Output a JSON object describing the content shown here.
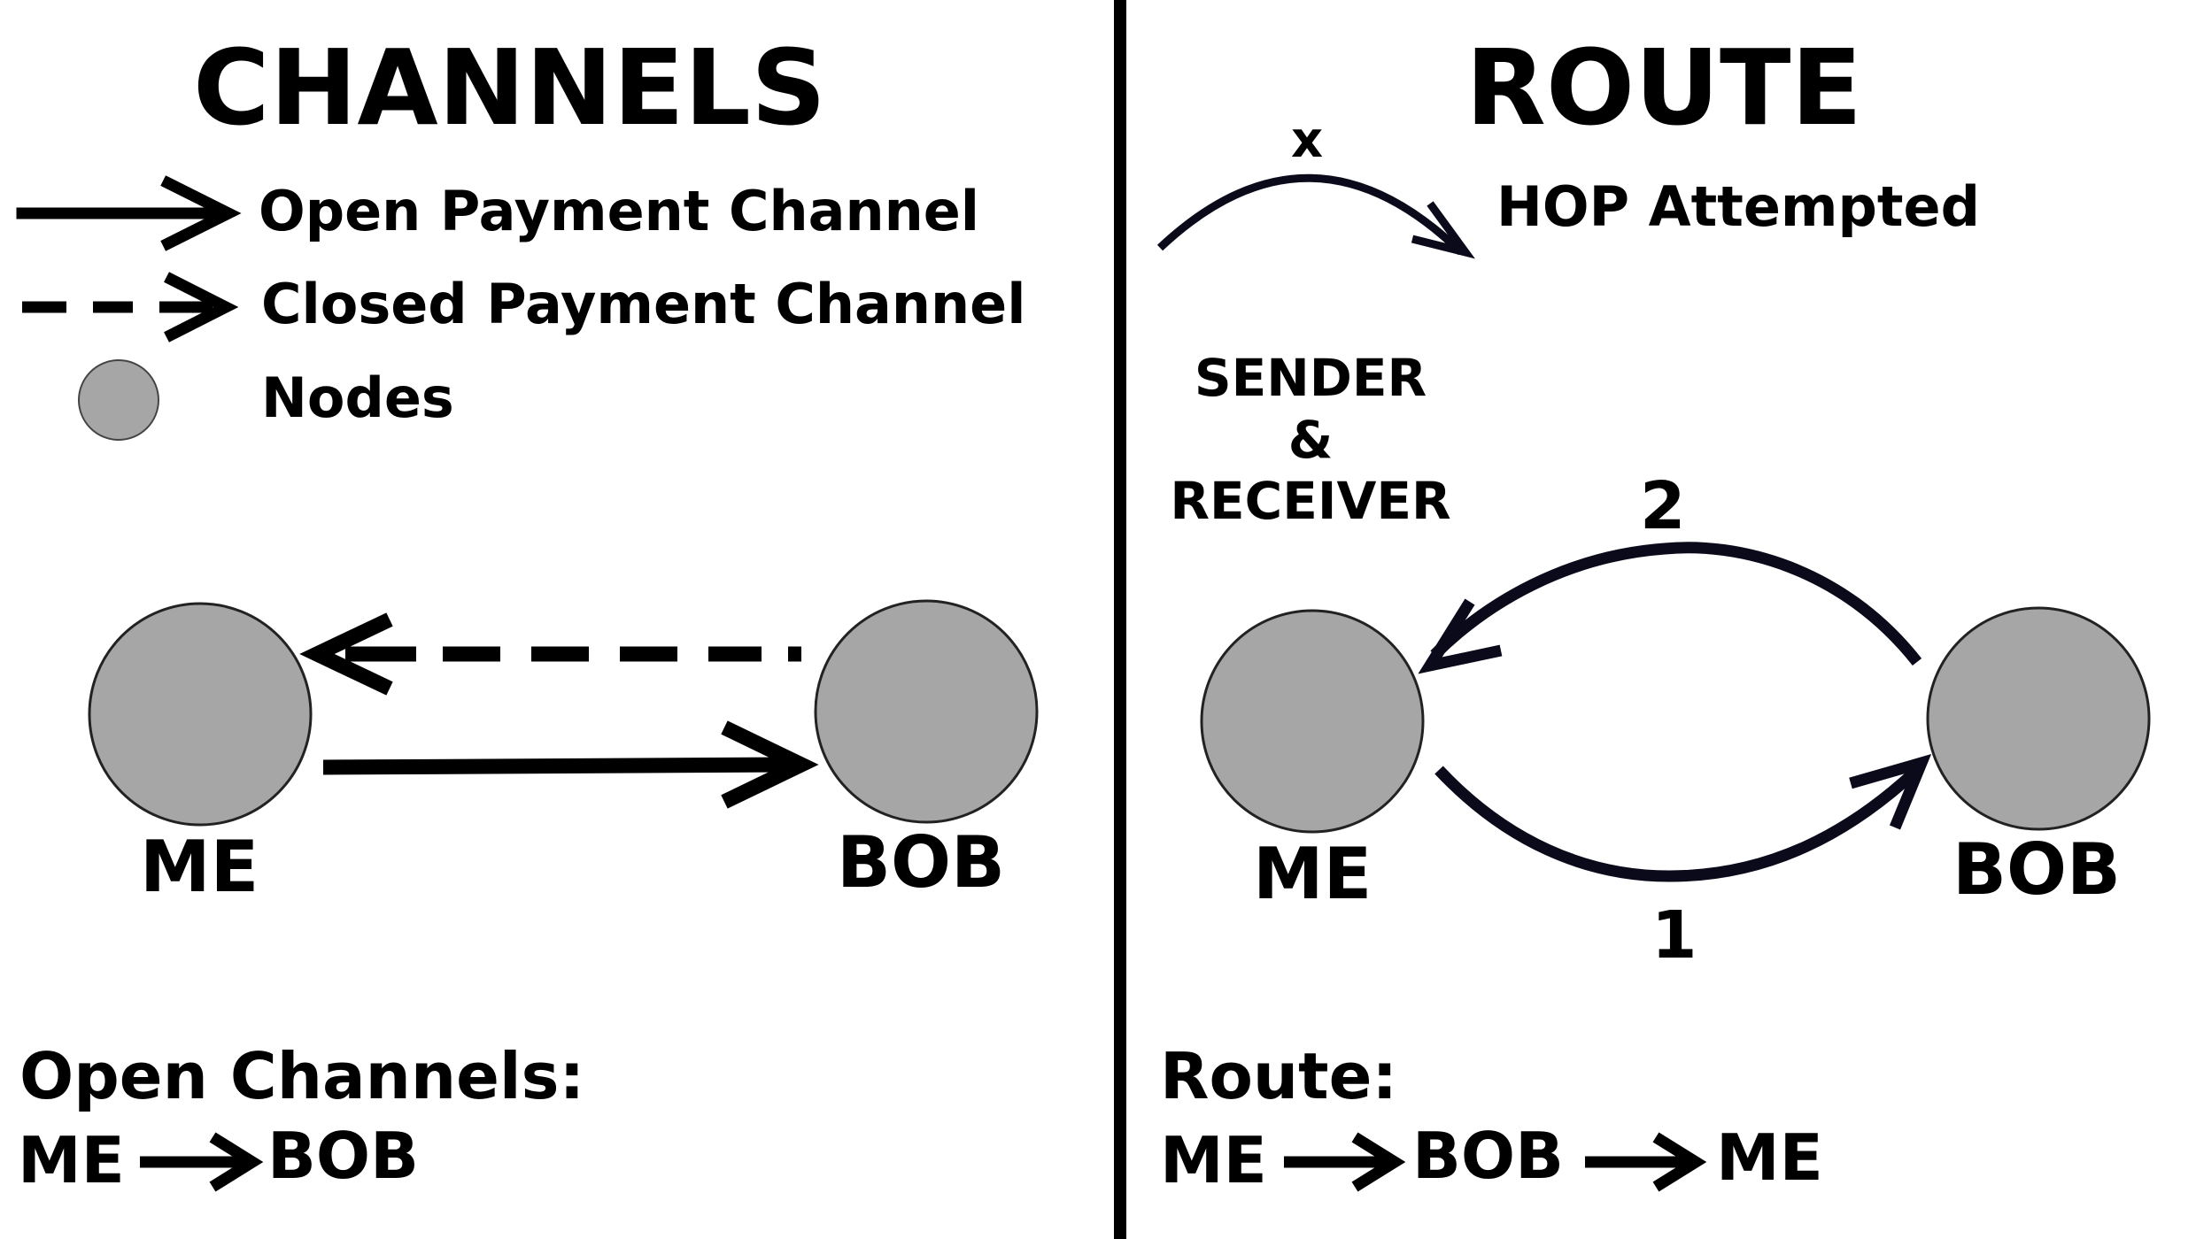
{
  "left": {
    "title": "CHANNELS",
    "legend": {
      "open": "Open Payment Channel",
      "closed": "Closed Payment Channel",
      "nodes": "Nodes"
    },
    "nodes": {
      "a": "ME",
      "b": "BOB"
    },
    "summary": {
      "title": "Open Channels:",
      "from": "ME",
      "to": "BOB"
    }
  },
  "right": {
    "title": "ROUTE",
    "hop": {
      "mark": "x",
      "label": "HOP Attempted"
    },
    "sender_receiver": {
      "line1": "SENDER",
      "line2": "&",
      "line3": "RECEIVER"
    },
    "nodes": {
      "a": "ME",
      "b": "BOB"
    },
    "steps": {
      "first": "1",
      "second": "2"
    },
    "summary": {
      "title": "Route:",
      "n1": "ME",
      "n2": "BOB",
      "n3": "ME"
    }
  },
  "colors": {
    "node_fill": "#a6a6a6",
    "node_stroke": "#333333",
    "line": "#000000",
    "arc": "#0a0a1a"
  }
}
